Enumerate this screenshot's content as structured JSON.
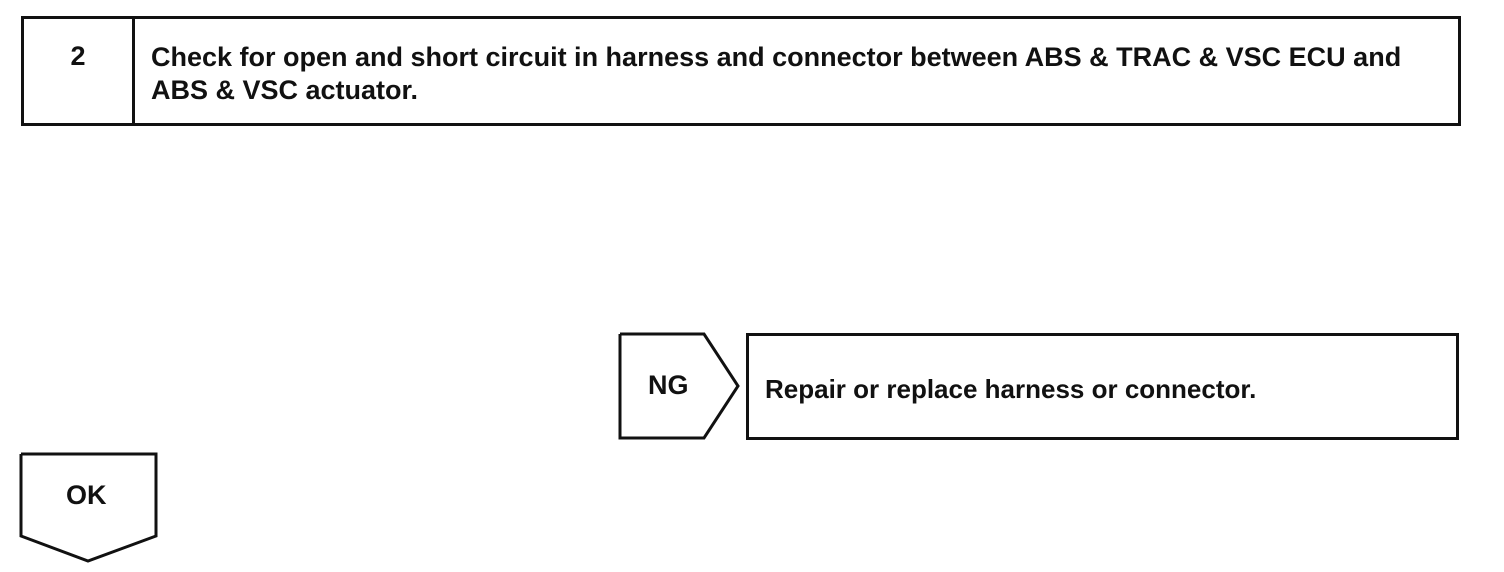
{
  "step": {
    "number": "2",
    "title": "Check for open and short circuit in harness and connector between ABS & TRAC & VSC ECU and ABS & VSC actuator."
  },
  "ng_branch": {
    "label": "NG",
    "action": "Repair or replace harness or connector."
  },
  "ok_branch": {
    "label": "OK"
  },
  "colors": {
    "ink": "#111111",
    "background": "#ffffff"
  }
}
